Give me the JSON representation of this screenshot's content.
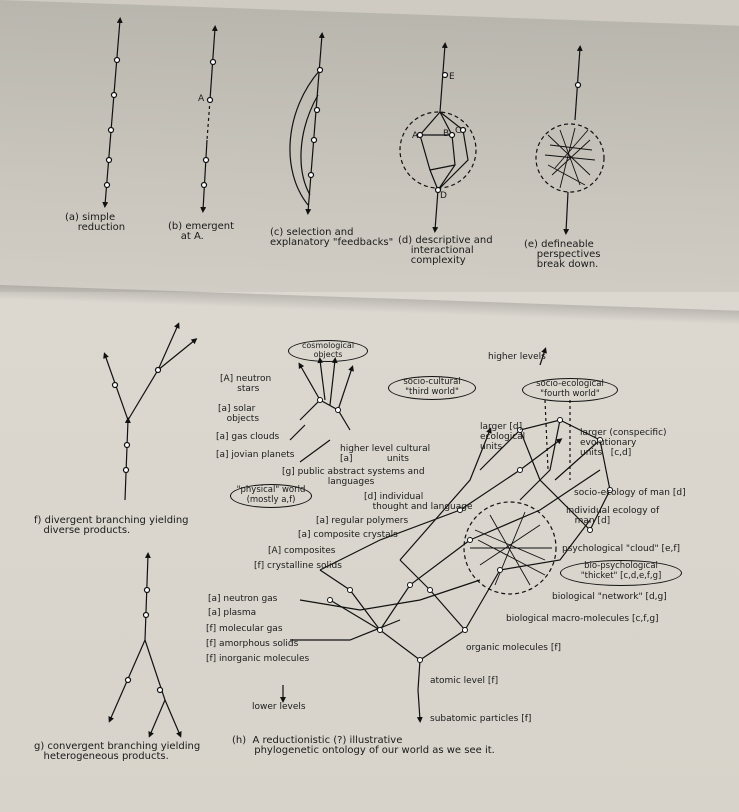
{
  "top_captions": {
    "a": "(a) simple\n    reduction",
    "b": "(b) emergent\n    at A.",
    "c": "(c) selection and\nexplanatory \"feedbacks\"",
    "d": "(d) descriptive and\n    interactional\n    complexity",
    "e": "(e) defineable\n    perspectives\n    break down."
  },
  "top_node_labels": {
    "A_b": "A",
    "E": "E",
    "A": "A",
    "B": "B",
    "C": "C",
    "D": "D"
  },
  "captions": {
    "f": "f) divergent branching yielding\n   diverse products.",
    "g": "g) convergent branching yielding\n   heterogeneous products.",
    "h": "(h)  A reductionistic (?) illustrative\n       phylogenetic ontology of our world as we see it."
  },
  "ovals": {
    "cosmological": "cosmological\nobjects",
    "sociocultural": "socio-cultural\n\"third world\"",
    "socioecological": "socio-ecological\n\"fourth world\"",
    "physical": "\"physical\" world\n(mostly a,f)",
    "bio_psych": "bio-psychological\n\"thicket\" [c,d,e,f,g]"
  },
  "left_labels": {
    "neutron_stars": "[A] neutron\n      stars",
    "solar_objects": "[a] solar\n   objects",
    "gas_clouds": "[a] gas clouds",
    "jovian": "[a] jovian planets",
    "regular_polymers": "[a] regular polymers",
    "composite_crystals": "[a] composite crystals",
    "composites": "[A] composites",
    "crystalline": "[f] crystalline solids",
    "neutron_gas": "[a] neutron gas",
    "plasma": "[a] plasma",
    "molecular_gas": "[f] molecular gas",
    "amorphous": "[f] amorphous solids",
    "inorganic": "[f] inorganic molecules"
  },
  "mid_labels": {
    "higher_cultural": "higher level cultural\n[a]            units",
    "public_abstract": "[g] public abstract systems and\n                languages",
    "individual_thought": "[d] individual\n   thought and language",
    "higher_levels": "higher levels",
    "lower_levels": "lower levels",
    "larger_ecological": "larger [d]\necological\nunits",
    "larger_conspecific": "larger (conspecific)\nevolutionary\nunits   [c,d]"
  },
  "right_labels": {
    "socio_ecology_man": "socio-ecology of man [d]",
    "individual_ecology": "individual ecology of\n   man [d]",
    "psych_cloud": "psychological \"cloud\" [e,f]",
    "bio_network": "biological \"network\" [d,g]",
    "bio_macro": "biological macro-molecules [c,f,g]",
    "organic": "organic molecules [f]",
    "atomic": "atomic level [f]",
    "subatomic": "subatomic particles [f]"
  }
}
